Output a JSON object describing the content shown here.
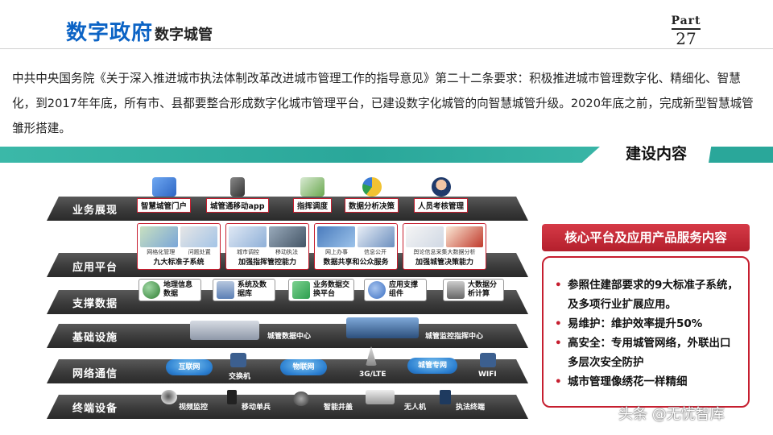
{
  "header": {
    "title_main": "数字政府",
    "title_sub": "数字城管",
    "part_label": "Part",
    "part_number": "27"
  },
  "intro": {
    "text": "中共中央国务院《关于深入推进城市执法体制改革改进城市管理工作的指导意见》第二十二条要求：积极推进城市管理数字化、精细化、智慧化，到2017年年底，所有市、县都要整合形成数字化城市管理平台，已建设数字化城管的向智慧城管升级。2020年底之前，完成新型智慧城管雏形搭建。"
  },
  "section": {
    "title": "建设内容"
  },
  "layers": {
    "business": {
      "label": "业务展现",
      "items": [
        {
          "label": "智慧城管门户",
          "icon": "portal-icon",
          "color": "#3a7bd5"
        },
        {
          "label": "城管通移动app",
          "icon": "mobile-icon",
          "color": "#555555"
        },
        {
          "label": "指挥调度",
          "icon": "checklist-icon",
          "color": "#6aa84f"
        },
        {
          "label": "数据分析决策",
          "icon": "pie-chart-icon",
          "color": "#f1c232"
        },
        {
          "label": "人员考核管理",
          "icon": "police-icon",
          "color": "#c0392b"
        }
      ]
    },
    "application": {
      "label": "应用平台",
      "cards": [
        {
          "small": [
            "网格化管理",
            "问题处置"
          ],
          "label": "九大标准子系统"
        },
        {
          "small": [
            "城市调控",
            "移动执法"
          ],
          "label": "加强指挥管控能力"
        },
        {
          "small": [
            "网上办事",
            "信息公开"
          ],
          "label": "数据共享和公众服务"
        },
        {
          "small": [
            "舆论信息采集大数据分析"
          ],
          "label": "加强城管决策能力"
        }
      ]
    },
    "support": {
      "label": "支撑数据",
      "items": [
        {
          "label": "地理信息数据",
          "icon": "globe-icon",
          "color": "#3a9d4a"
        },
        {
          "label": "系统及数据库",
          "icon": "database-icon",
          "color": "#5b7fb5"
        },
        {
          "label": "业务数据交换平台",
          "icon": "exchange-icon",
          "color": "#2e9e4f"
        },
        {
          "label": "应用支撑组件",
          "icon": "component-icon",
          "color": "#3b6fc2"
        },
        {
          "label": "大数据分析计算",
          "icon": "server-icon",
          "color": "#777777"
        }
      ]
    },
    "infrastructure": {
      "label": "基础设施",
      "items": [
        {
          "label": "城管数据中心",
          "icon": "datacenter-icon"
        },
        {
          "label": "城管监控指挥中心",
          "icon": "monitor-center-icon"
        }
      ]
    },
    "network": {
      "label": "网络通信",
      "clouds": [
        "互联网",
        "物联网",
        "城管专网"
      ],
      "items": [
        {
          "label": "交换机",
          "icon": "switch-icon"
        },
        {
          "label": "3G/LTE",
          "icon": "antenna-icon"
        },
        {
          "label": "WIFI",
          "icon": "wifi-icon"
        }
      ]
    },
    "terminal": {
      "label": "终端设备",
      "items": [
        {
          "label": "视频监控",
          "icon": "camera-icon"
        },
        {
          "label": "移动单兵",
          "icon": "walkie-talkie-icon"
        },
        {
          "label": "智能井盖",
          "icon": "manhole-icon"
        },
        {
          "label": "无人机",
          "icon": "drone-icon"
        },
        {
          "label": "执法终端",
          "icon": "handheld-icon"
        }
      ]
    }
  },
  "core": {
    "title": "核心平台及应用产品服务内容",
    "bullets": [
      "参照住建部要求的9大标准子系统，及多项行业扩展应用。",
      "易维护：维护效率提升50%",
      "高安全：专用城管网络，外联出口多层次安全防护",
      "城市管理像绣花一样精细"
    ],
    "accent_color": "#c61e2f"
  },
  "watermark": "头条 @无忧智库"
}
